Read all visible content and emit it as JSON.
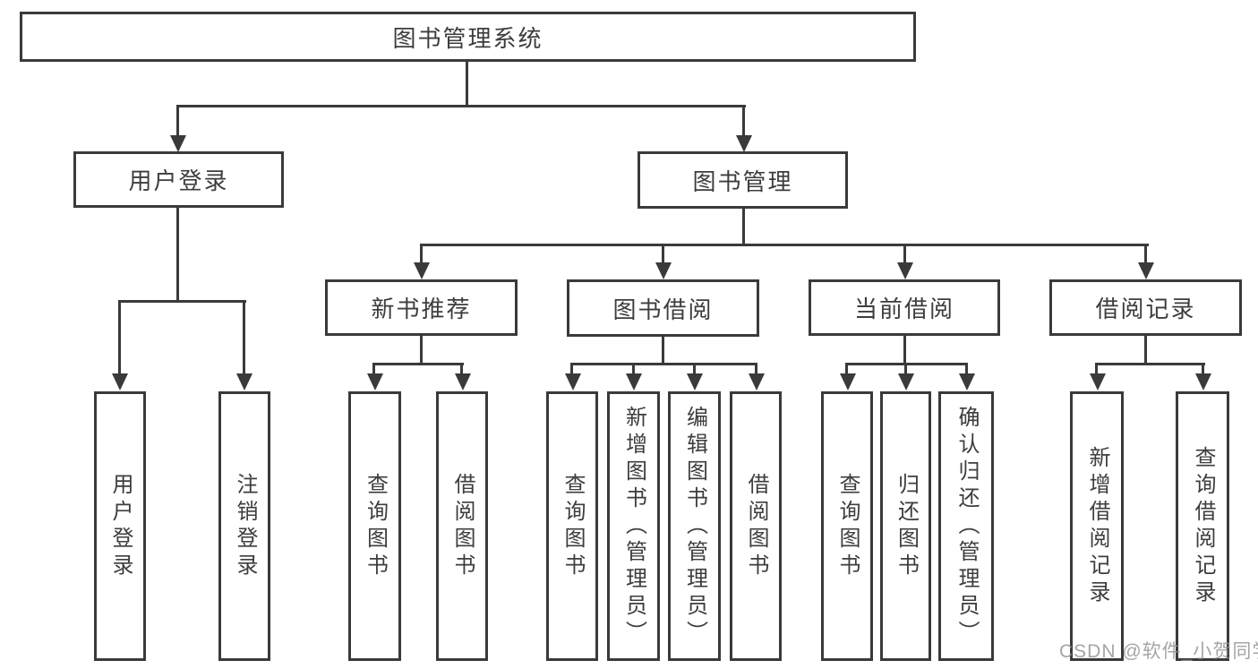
{
  "tree": {
    "root": {
      "label": "图书管理系统"
    },
    "branches": [
      {
        "label": "用户登录",
        "children": [
          {
            "label": "用户登录"
          },
          {
            "label": "注销登录"
          }
        ]
      },
      {
        "label": "图书管理",
        "children": [
          {
            "label": "新书推荐",
            "children": [
              {
                "label": "查询图书"
              },
              {
                "label": "借阅图书"
              }
            ]
          },
          {
            "label": "图书借阅",
            "children": [
              {
                "label": "查询图书"
              },
              {
                "label": "新增图书（管理员）"
              },
              {
                "label": "编辑图书（管理员）"
              },
              {
                "label": "借阅图书"
              }
            ]
          },
          {
            "label": "当前借阅",
            "children": [
              {
                "label": "查询图书"
              },
              {
                "label": "归还图书"
              },
              {
                "label": "确认归还（管理员）"
              }
            ]
          },
          {
            "label": "借阅记录",
            "children": [
              {
                "label": "新增借阅记录"
              },
              {
                "label": "查询借阅记录"
              }
            ]
          }
        ]
      }
    ]
  },
  "watermark": {
    "text": "CSDN @软件_小贺同学"
  },
  "colors": {
    "line": "#3a3a3a",
    "text": "#3d3d3d",
    "background": "#ffffff",
    "watermark": "#919191"
  }
}
